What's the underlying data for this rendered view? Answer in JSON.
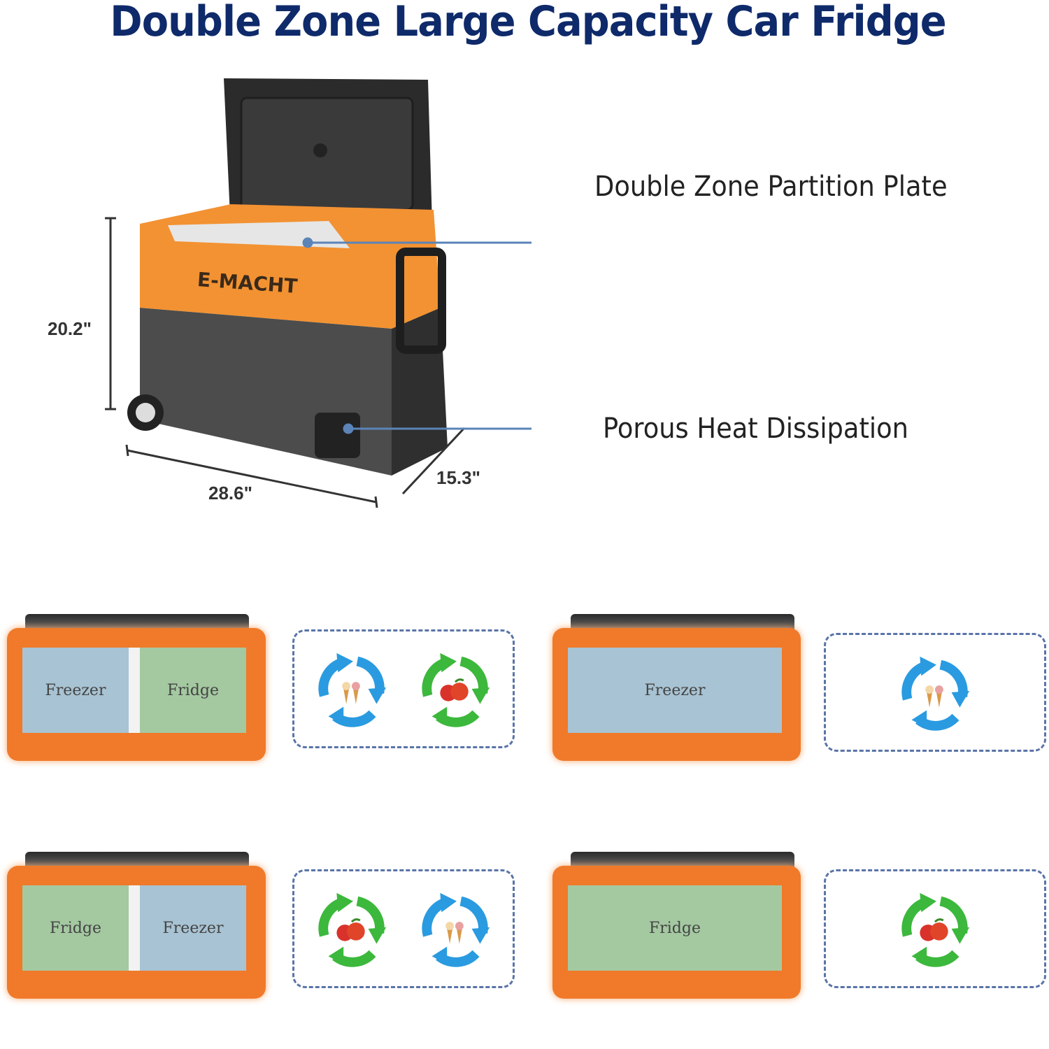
{
  "title": "Double Zone Large Capacity Car Fridge",
  "brand": "E-MACHT",
  "callouts": {
    "partition": "Double Zone Partition Plate",
    "dissipation": "Porous Heat Dissipation"
  },
  "dimensions": {
    "height": "20.2\"",
    "length": "28.6\"",
    "depth": "15.3\""
  },
  "colors": {
    "title": "#0e2a6a",
    "orange": "#f07a2a",
    "body": "#4a4a4a",
    "freezer": "#a8c3d3",
    "fridge": "#a4c9a1",
    "blue_arrow": "#2a9be0",
    "green_arrow": "#3cb83c"
  },
  "configs": [
    {
      "zones": [
        "Freezer",
        "Fridge"
      ],
      "icons": [
        "ice-cream",
        "apple"
      ]
    },
    {
      "zones": [
        "Freezer"
      ],
      "icons": [
        "ice-cream"
      ]
    },
    {
      "zones": [
        "Fridge",
        "Freezer"
      ],
      "icons": [
        "apple",
        "ice-cream"
      ]
    },
    {
      "zones": [
        "Fridge"
      ],
      "icons": [
        "apple"
      ]
    }
  ]
}
